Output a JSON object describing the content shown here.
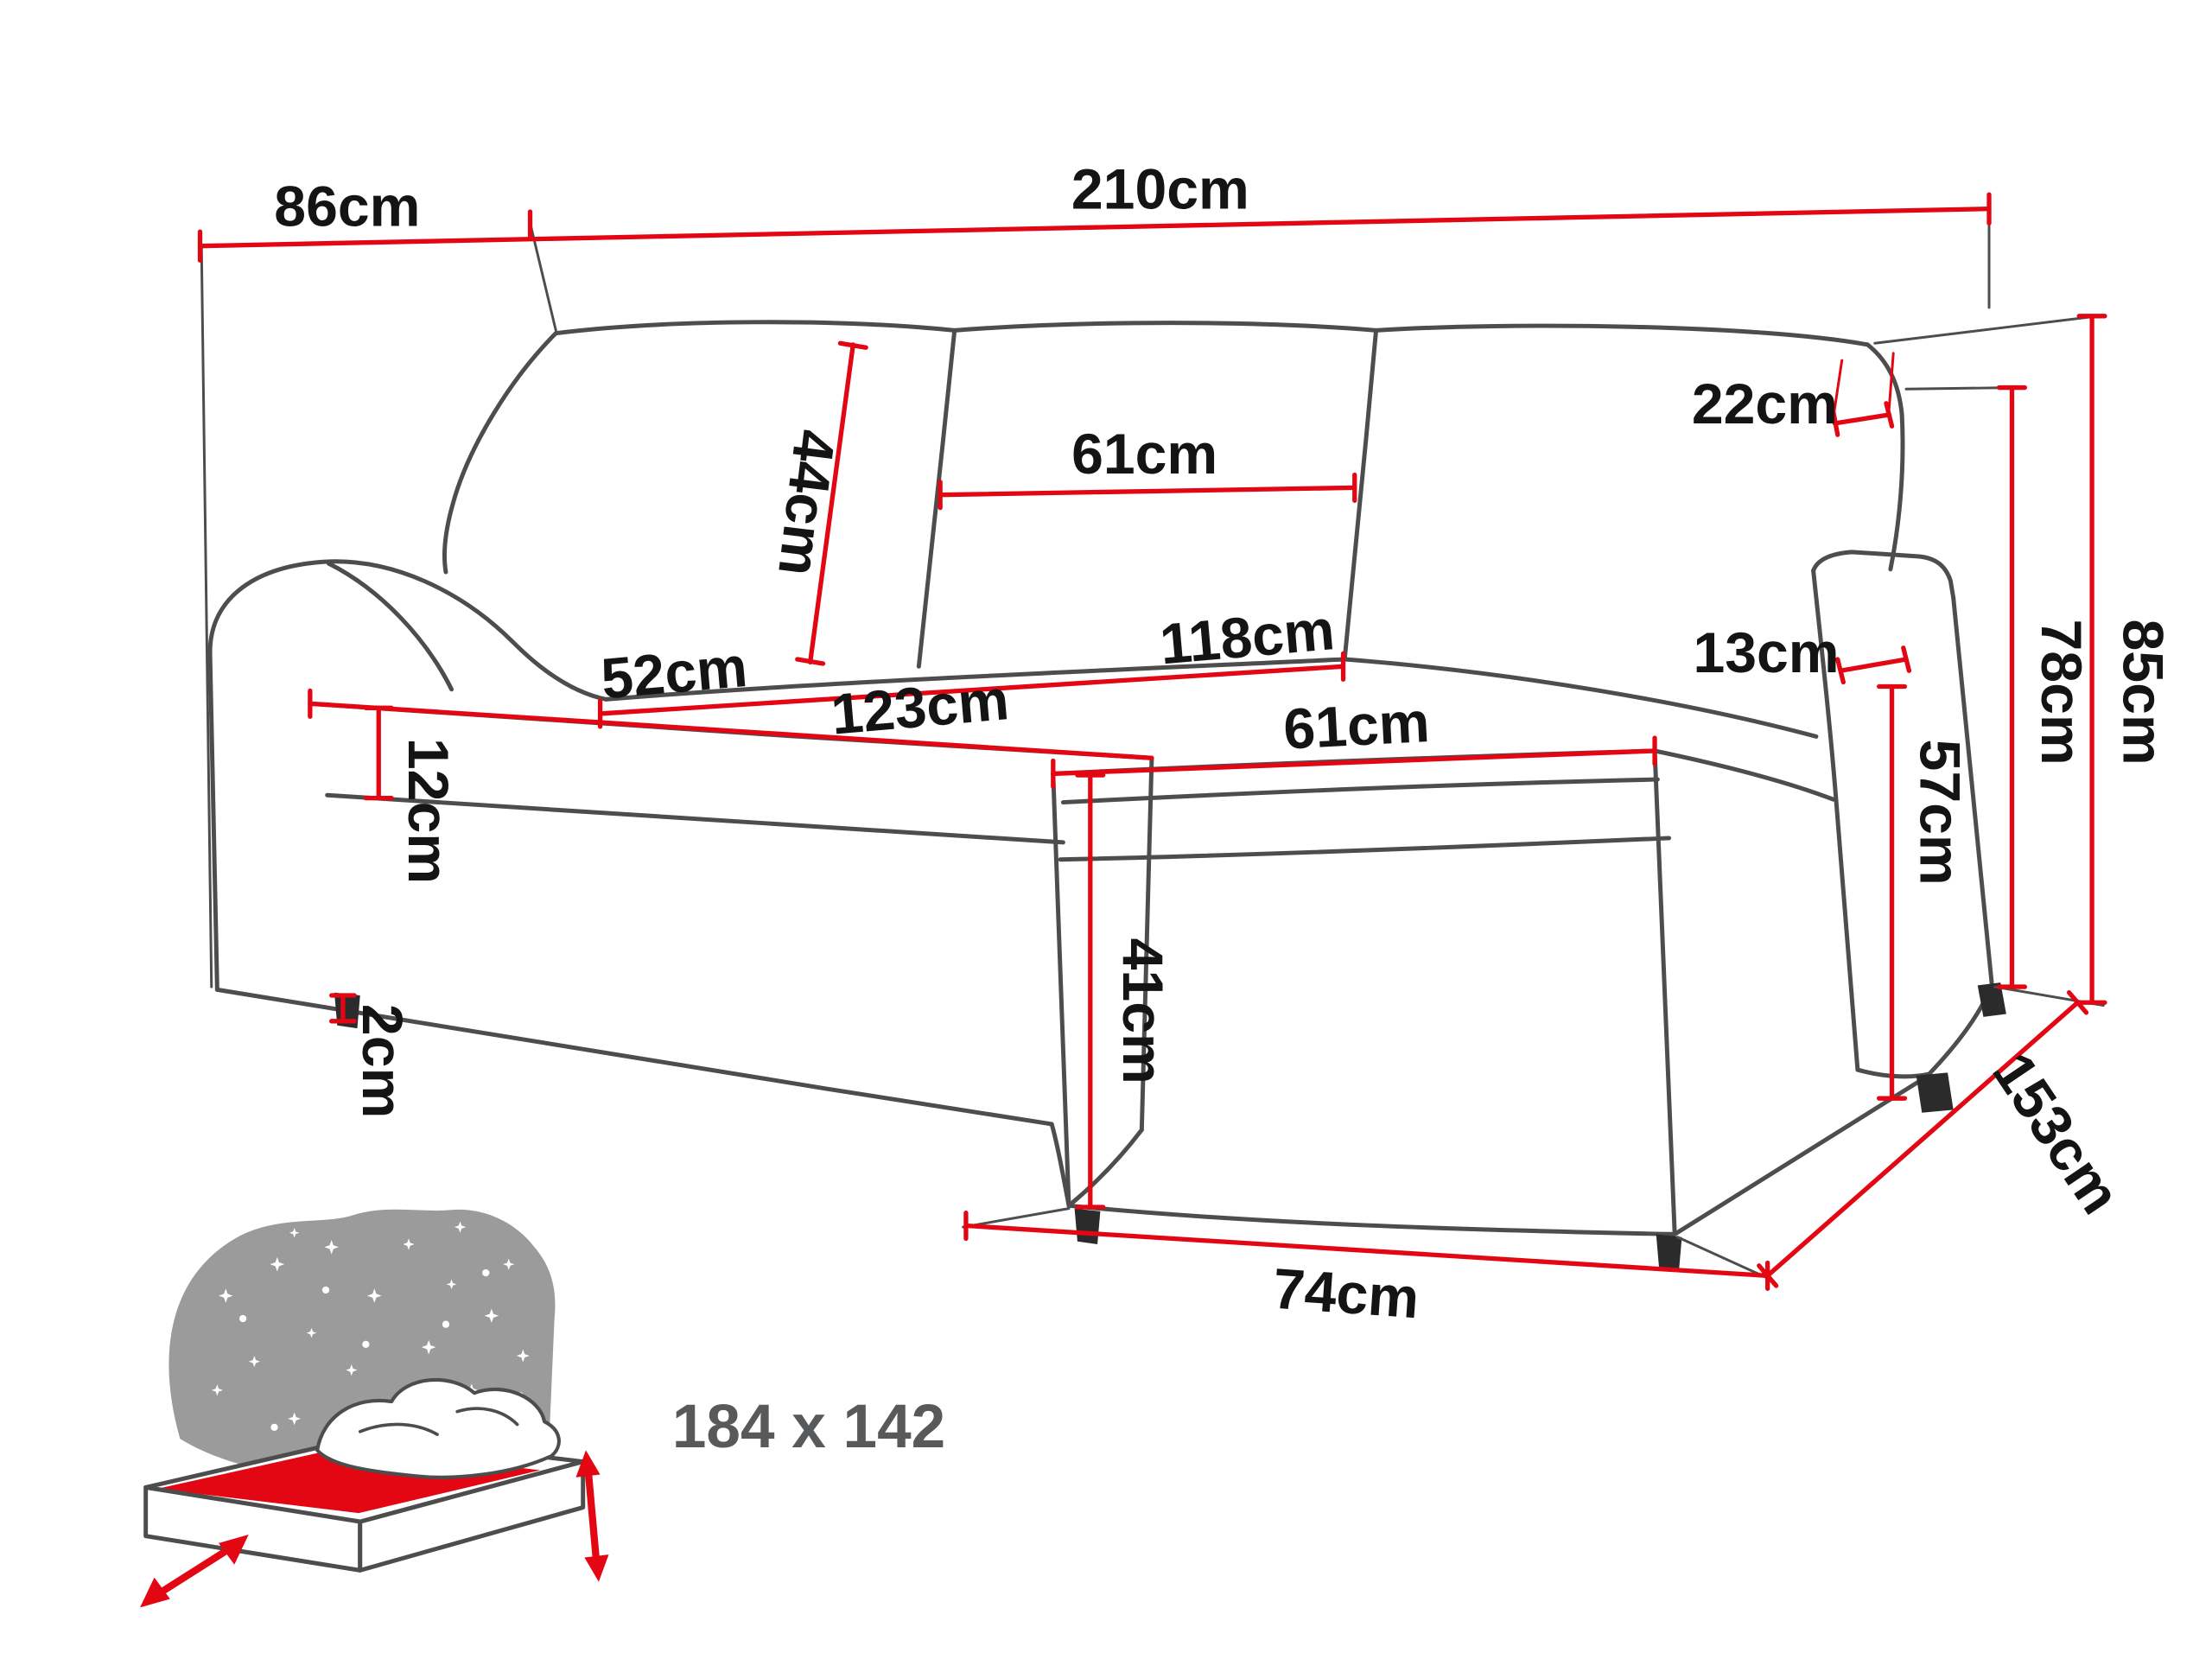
{
  "diagram": {
    "type": "furniture-dimension-diagram",
    "subject": "corner sofa bed with chaise, line drawing with measurements",
    "colors": {
      "dimension_red": "#e30613",
      "outline_gray": "#4d4d4d",
      "label_black": "#141414",
      "icon_gray": "#9b9b9b",
      "sleeping_label_gray": "#58595b",
      "background": "#ffffff"
    },
    "labels": {
      "depth_top": "86cm",
      "width_total": "210cm",
      "backrest_top": "22cm",
      "back_cushion_height": "44cm",
      "back_cushion_width": "61cm",
      "seat_depth": "52cm",
      "seat_width": "123cm",
      "corner_seat_width": "118cm",
      "armrest_width": "13cm",
      "height_total": "85cm",
      "height_backrest": "78cm",
      "armrest_height": "57cm",
      "seat_cushion_thickness": "12cm",
      "leg_clearance": "2cm",
      "chaise_seat_width": "61cm",
      "chaise_height": "41cm",
      "chaise_width": "74cm",
      "depth_total": "153cm"
    },
    "sleeping_area": "184 x 142"
  }
}
